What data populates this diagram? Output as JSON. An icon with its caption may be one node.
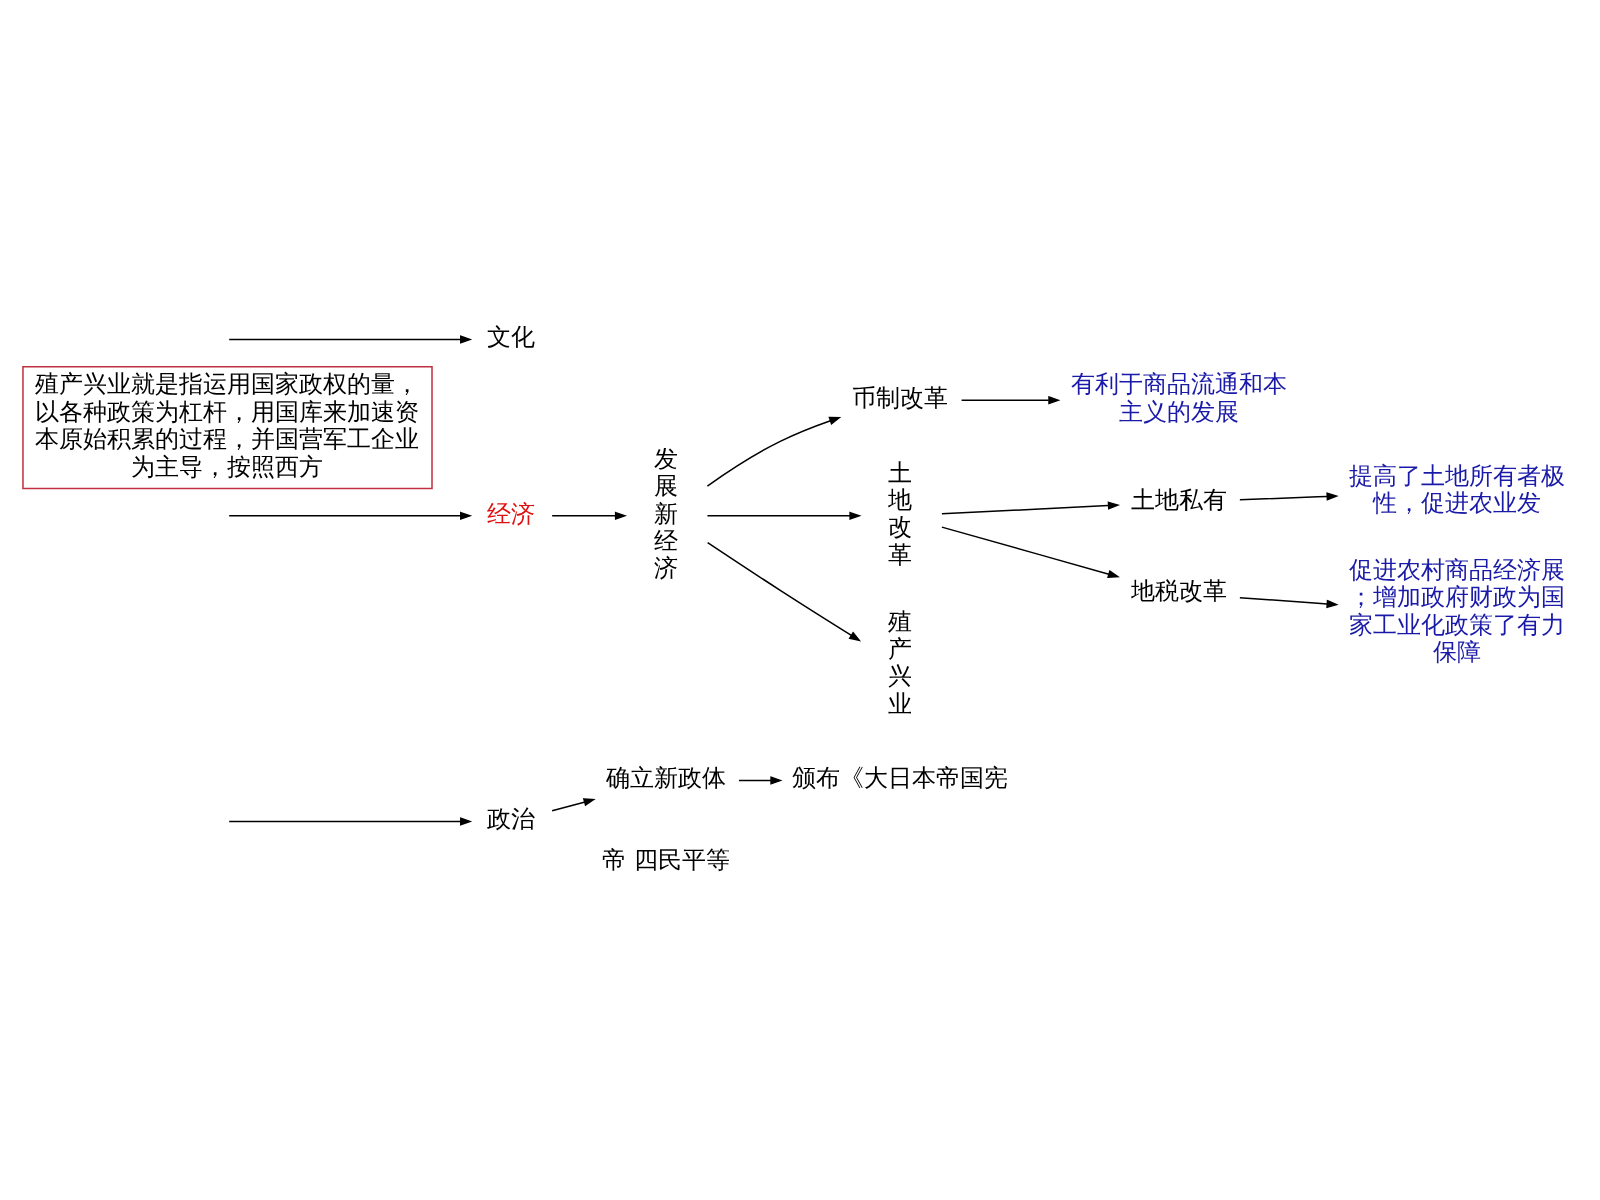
{
  "diagram": {
    "nodes": [
      {
        "text": [
          "政治"
        ]
      },
      {
        "text": [
          "确立新政体"
        ]
      },
      {
        "text": [
          "颁布《大日本帝国宪"
        ]
      },
      {
        "text": [
          "经济"
        ]
      },
      {
        "text": [
          "发展新经济"
        ]
      },
      {
        "text": [
          "币制改革"
        ]
      },
      {
        "text": [
          "土地改革"
        ]
      },
      {
        "text": [
          "土地私有"
        ]
      },
      {
        "text": [
          "地税改革"
        ]
      },
      {
        "text": [
          "殖产兴业"
        ]
      },
      {
        "text": [
          "有利于商品流通和本主义的发展"
        ]
      },
      {
        "text": [
          "提高了土地所有者极性，促进农业发"
        ]
      },
      {
        "text": [
          "促进农村商品经济展；增加政府财政为国家工业化政策了有力保障"
        ]
      },
      {
        "text": [
          "殖产兴业就是指运用国家政权的量，以各种政策为杠杆，用国库来加速资本原始积累的过程，并国营军工企业为主导，按照西方"
        ]
      },
      {
        "text": [
          "文化"
        ]
      }
    ],
    "edges": [
      {
        "from": null,
        "to": 0,
        "arrow": "to"
      },
      {
        "from": 0,
        "to": 1,
        "arrow": "to"
      },
      {
        "from": 1,
        "to": 2,
        "arrow": "to"
      },
      {
        "from": null,
        "to": 3,
        "arrow": "to"
      },
      {
        "from": 3,
        "to": 4,
        "arrow": "to"
      },
      {
        "from": 4,
        "to": 5,
        "arrow": "to"
      },
      {
        "from": 4,
        "to": 6,
        "arrow": "to"
      },
      {
        "from": 4,
        "to": 9,
        "arrow": "to"
      },
      {
        "from": 6,
        "to": 7,
        "arrow": "to"
      },
      {
        "from": 6,
        "to": 8,
        "arrow": "to"
      },
      {
        "from": 5,
        "to": 10,
        "arrow": "to"
      },
      {
        "from": 7,
        "to": 11,
        "arrow": "to"
      },
      {
        "from": 8,
        "to": 12,
        "arrow": "to"
      },
      {
        "from": null,
        "to": 14,
        "arrow": "to"
      }
    ],
    "labels": [
      "帝 四民平等"
    ]
  }
}
